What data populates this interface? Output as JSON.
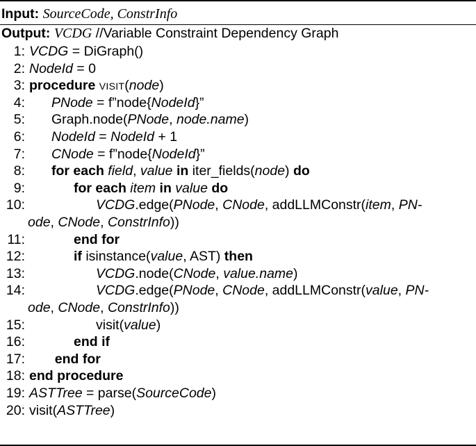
{
  "algorithm": {
    "input_label": "Input:",
    "input_value": "SourceCode, ConstrInfo",
    "output_label": "Output:",
    "output_value": "VCDG",
    "output_comment": "//Variable Constraint Dependency Graph",
    "lines": [
      {
        "num": "1:",
        "indent": 0,
        "parts": [
          [
            "i",
            "VCDG"
          ],
          [
            "n",
            " = DiGraph()"
          ]
        ]
      },
      {
        "num": "2:",
        "indent": 0,
        "parts": [
          [
            "i",
            "NodeId"
          ],
          [
            "n",
            " = 0"
          ]
        ]
      },
      {
        "num": "3:",
        "indent": 0,
        "parts": [
          [
            "b",
            "procedure "
          ],
          [
            "sc",
            "VISIT"
          ],
          [
            "n",
            "("
          ],
          [
            "i",
            "node"
          ],
          [
            "n",
            ")"
          ]
        ]
      },
      {
        "num": "4:",
        "indent": 1,
        "parts": [
          [
            "i",
            "PNode"
          ],
          [
            "n",
            " = f”node{"
          ],
          [
            "i",
            "NodeId"
          ],
          [
            "n",
            "}”"
          ]
        ]
      },
      {
        "num": "5:",
        "indent": 1,
        "parts": [
          [
            "n",
            "Graph.node("
          ],
          [
            "i",
            "PNode"
          ],
          [
            "n",
            ", "
          ],
          [
            "i",
            "node.name"
          ],
          [
            "n",
            ")"
          ]
        ]
      },
      {
        "num": "6:",
        "indent": 1,
        "parts": [
          [
            "i",
            "NodeId"
          ],
          [
            "n",
            " = "
          ],
          [
            "i",
            "NodeId"
          ],
          [
            "n",
            " + 1"
          ]
        ]
      },
      {
        "num": "7:",
        "indent": 1,
        "parts": [
          [
            "i",
            "CNode"
          ],
          [
            "n",
            " = f”node{"
          ],
          [
            "i",
            "NodeId"
          ],
          [
            "n",
            "}”"
          ]
        ]
      },
      {
        "num": "8:",
        "indent": 1,
        "parts": [
          [
            "b",
            "for each "
          ],
          [
            "i",
            "field"
          ],
          [
            "n",
            ", "
          ],
          [
            "i",
            "value"
          ],
          [
            "b",
            " in "
          ],
          [
            "n",
            "iter_fields("
          ],
          [
            "i",
            "node"
          ],
          [
            "n",
            ") "
          ],
          [
            "b",
            "do"
          ]
        ]
      },
      {
        "num": "9:",
        "indent": 2,
        "parts": [
          [
            "b",
            "for each "
          ],
          [
            "i",
            "item"
          ],
          [
            "b",
            " in "
          ],
          [
            "i",
            "value"
          ],
          [
            "b",
            " do"
          ]
        ]
      },
      {
        "num": "10:",
        "indent": 3,
        "parts": [
          [
            "i",
            "VCDG"
          ],
          [
            "n",
            ".edge("
          ],
          [
            "i",
            "PNode"
          ],
          [
            "n",
            ",  "
          ],
          [
            "i",
            "CNode"
          ],
          [
            "n",
            ",  addLLMConstr("
          ],
          [
            "i",
            "item"
          ],
          [
            "n",
            ",  "
          ],
          [
            "i",
            "PN-"
          ]
        ],
        "cont": [
          [
            "i",
            "ode"
          ],
          [
            "n",
            ", "
          ],
          [
            "i",
            "CNode"
          ],
          [
            "n",
            ", "
          ],
          [
            "i",
            "ConstrInfo"
          ],
          [
            "n",
            "))"
          ]
        ]
      },
      {
        "num": "11:",
        "indent": 2,
        "parts": [
          [
            "b",
            "end for"
          ]
        ]
      },
      {
        "num": "12:",
        "indent": 2,
        "parts": [
          [
            "b",
            "if "
          ],
          [
            "n",
            "isinstance("
          ],
          [
            "i",
            "value"
          ],
          [
            "n",
            ", AST) "
          ],
          [
            "b",
            "then"
          ]
        ]
      },
      {
        "num": "13:",
        "indent": 3,
        "parts": [
          [
            "i",
            "VCDG"
          ],
          [
            "n",
            ".node("
          ],
          [
            "i",
            "CNode"
          ],
          [
            "n",
            ", "
          ],
          [
            "i",
            "value.name"
          ],
          [
            "n",
            ")"
          ]
        ]
      },
      {
        "num": "14:",
        "indent": 3,
        "parts": [
          [
            "i",
            "VCDG"
          ],
          [
            "n",
            ".edge("
          ],
          [
            "i",
            "PNode"
          ],
          [
            "n",
            ", "
          ],
          [
            "i",
            "CNode"
          ],
          [
            "n",
            ", addLLMConstr("
          ],
          [
            "i",
            "value"
          ],
          [
            "n",
            ", "
          ],
          [
            "i",
            "PN-"
          ]
        ],
        "cont": [
          [
            "i",
            "ode"
          ],
          [
            "n",
            ", "
          ],
          [
            "i",
            "CNode"
          ],
          [
            "n",
            ", "
          ],
          [
            "i",
            "ConstrInfo"
          ],
          [
            "n",
            "))"
          ]
        ]
      },
      {
        "num": "15:",
        "indent": 3,
        "parts": [
          [
            "n",
            "visit("
          ],
          [
            "i",
            "value"
          ],
          [
            "n",
            ")"
          ]
        ]
      },
      {
        "num": "16:",
        "indent": 2,
        "parts": [
          [
            "b",
            "end if"
          ]
        ]
      },
      {
        "num": "17:",
        "indent": 1.15,
        "parts": [
          [
            "b",
            "end for"
          ]
        ]
      },
      {
        "num": "18:",
        "indent": 0,
        "parts": [
          [
            "b",
            "end procedure"
          ]
        ]
      },
      {
        "num": "19:",
        "indent": 0,
        "parts": [
          [
            "i",
            "ASTTree"
          ],
          [
            "n",
            " = parse("
          ],
          [
            "i",
            "SourceCode"
          ],
          [
            "n",
            ")"
          ]
        ]
      },
      {
        "num": "20:",
        "indent": 0,
        "parts": [
          [
            "n",
            "visit("
          ],
          [
            "i",
            "ASTTree"
          ],
          [
            "n",
            ")"
          ]
        ]
      }
    ]
  }
}
